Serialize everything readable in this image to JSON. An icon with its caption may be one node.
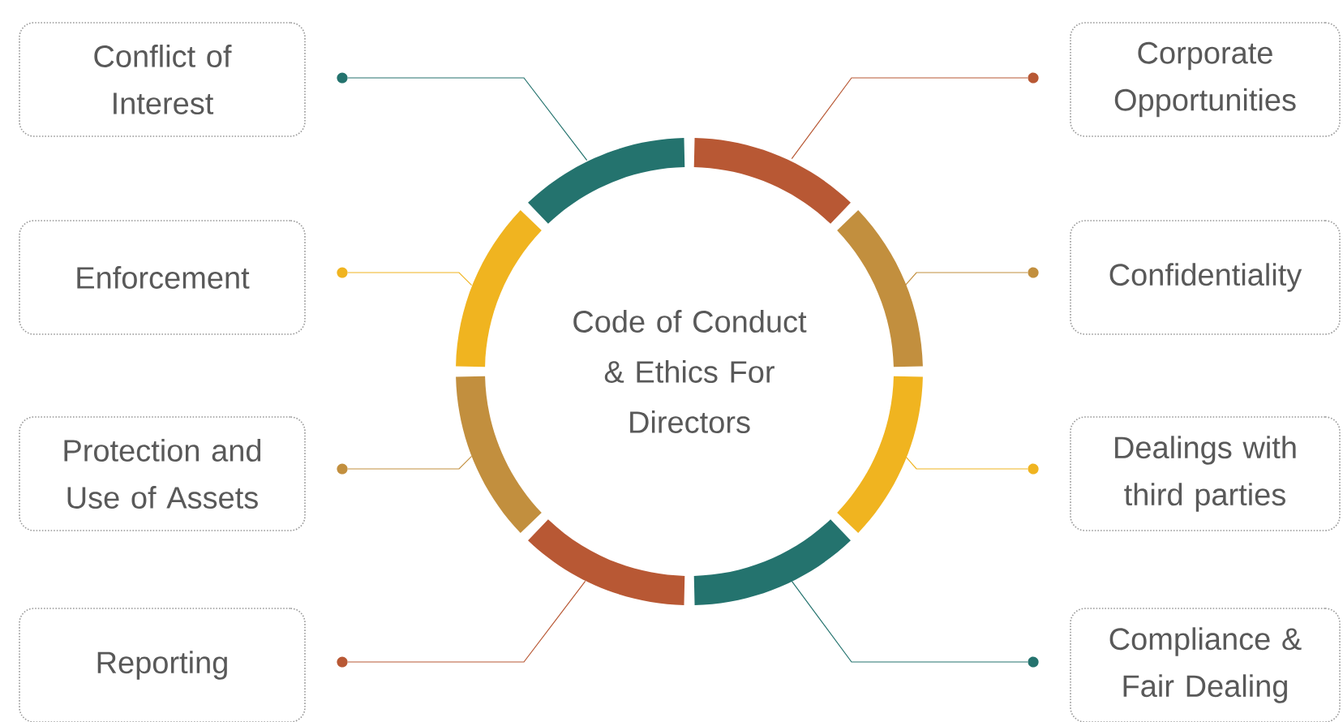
{
  "diagram": {
    "nodes": [
      {
        "text": [
          "Code of Conduct & Ethics For Directors"
        ]
      },
      {
        "text": [
          "Conflict of Interest"
        ]
      },
      {
        "text": [
          "Corporate Opportunities"
        ]
      },
      {
        "text": [
          "Enforcement"
        ]
      },
      {
        "text": [
          "Confidentiality"
        ]
      },
      {
        "text": [
          "Protection and Use of Assets"
        ]
      },
      {
        "text": [
          "Dealings with third parties"
        ]
      },
      {
        "text": [
          "Reporting"
        ]
      },
      {
        "text": [
          "Compliance & Fair Dealing"
        ]
      },
      {
        "text": [],
        "shape": "arc"
      },
      {
        "text": [],
        "shape": "arc"
      },
      {
        "text": [],
        "shape": "arc"
      },
      {
        "text": [],
        "shape": "arc"
      },
      {
        "text": [],
        "shape": "arc"
      },
      {
        "text": [],
        "shape": "arc"
      },
      {
        "text": [],
        "shape": "arc"
      },
      {
        "text": [],
        "shape": "arc"
      },
      {
        "text": [],
        "shape": "circle"
      },
      {
        "text": [],
        "shape": "circle"
      },
      {
        "text": [],
        "shape": "circle"
      },
      {
        "text": [],
        "shape": "circle"
      },
      {
        "text": [],
        "shape": "circle"
      },
      {
        "text": [],
        "shape": "circle"
      },
      {
        "text": [],
        "shape": "circle"
      },
      {
        "text": [],
        "shape": "circle"
      }
    ],
    "edges": [
      {
        "from": 9,
        "to": 18,
        "arrow": "none",
        "color": "#b85834"
      },
      {
        "from": 10,
        "to": 20,
        "arrow": "none",
        "color": "#c28f3e"
      },
      {
        "from": 11,
        "to": 22,
        "arrow": "none",
        "color": "#f0b420"
      },
      {
        "from": 12,
        "to": 24,
        "arrow": "none",
        "color": "#24736e"
      },
      {
        "from": 13,
        "to": 23,
        "arrow": "none",
        "color": "#b85834"
      },
      {
        "from": 14,
        "to": 21,
        "arrow": "none",
        "color": "#c28f3e"
      },
      {
        "from": 15,
        "to": 19,
        "arrow": "none",
        "color": "#f0b420"
      },
      {
        "from": 16,
        "to": 17,
        "arrow": "none",
        "color": "#24736e"
      }
    ]
  }
}
